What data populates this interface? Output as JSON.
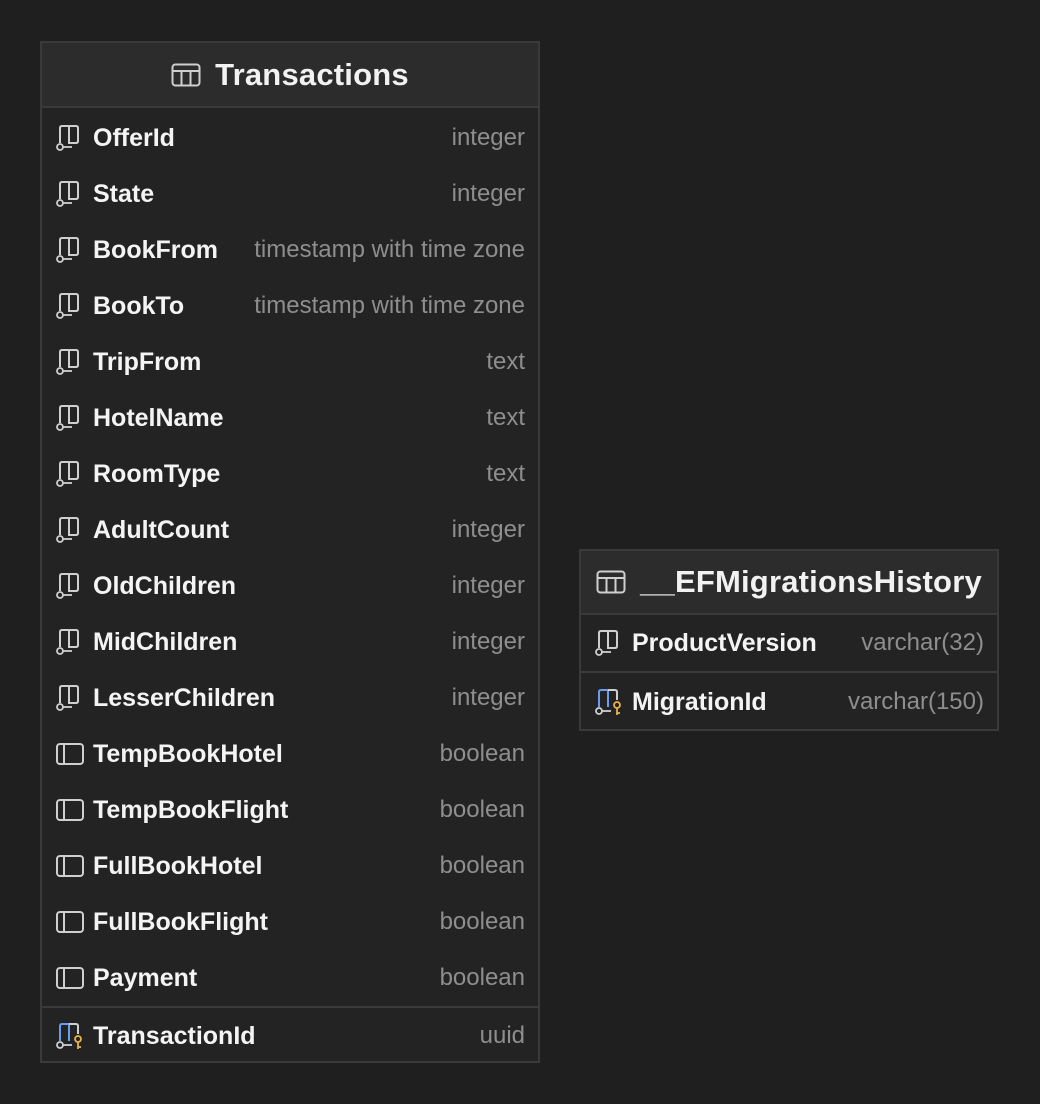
{
  "tables": [
    {
      "name": "Transactions",
      "icon": "table-icon",
      "columns": [
        {
          "name": "OfferId",
          "type": "integer",
          "icon": "nullable-column-icon"
        },
        {
          "name": "State",
          "type": "integer",
          "icon": "nullable-column-icon"
        },
        {
          "name": "BookFrom",
          "type": "timestamp with time zone",
          "icon": "nullable-column-icon"
        },
        {
          "name": "BookTo",
          "type": "timestamp with time zone",
          "icon": "nullable-column-icon"
        },
        {
          "name": "TripFrom",
          "type": "text",
          "icon": "nullable-column-icon"
        },
        {
          "name": "HotelName",
          "type": "text",
          "icon": "nullable-column-icon"
        },
        {
          "name": "RoomType",
          "type": "text",
          "icon": "nullable-column-icon"
        },
        {
          "name": "AdultCount",
          "type": "integer",
          "icon": "nullable-column-icon"
        },
        {
          "name": "OldChildren",
          "type": "integer",
          "icon": "nullable-column-icon"
        },
        {
          "name": "MidChildren",
          "type": "integer",
          "icon": "nullable-column-icon"
        },
        {
          "name": "LesserChildren",
          "type": "integer",
          "icon": "nullable-column-icon"
        },
        {
          "name": "TempBookHotel",
          "type": "boolean",
          "icon": "column-icon"
        },
        {
          "name": "TempBookFlight",
          "type": "boolean",
          "icon": "column-icon"
        },
        {
          "name": "FullBookHotel",
          "type": "boolean",
          "icon": "column-icon"
        },
        {
          "name": "FullBookFlight",
          "type": "boolean",
          "icon": "column-icon"
        },
        {
          "name": "Payment",
          "type": "boolean",
          "icon": "column-icon"
        }
      ],
      "primary_key": {
        "name": "TransactionId",
        "type": "uuid",
        "icon": "primary-key-column-icon"
      }
    },
    {
      "name": "__EFMigrationsHistory",
      "icon": "table-icon",
      "columns": [
        {
          "name": "ProductVersion",
          "type": "varchar(32)",
          "icon": "nullable-column-icon"
        }
      ],
      "primary_key": {
        "name": "MigrationId",
        "type": "varchar(150)",
        "icon": "primary-key-column-icon"
      }
    }
  ],
  "colors": {
    "background": "#1f1f1f",
    "header": "#2c2c2c",
    "border": "#3a3a3a",
    "name_text": "#f4f4f4",
    "type_text": "#8e8e8e",
    "key_blue": "#6a9cf0",
    "key_gold": "#e8b14a"
  }
}
